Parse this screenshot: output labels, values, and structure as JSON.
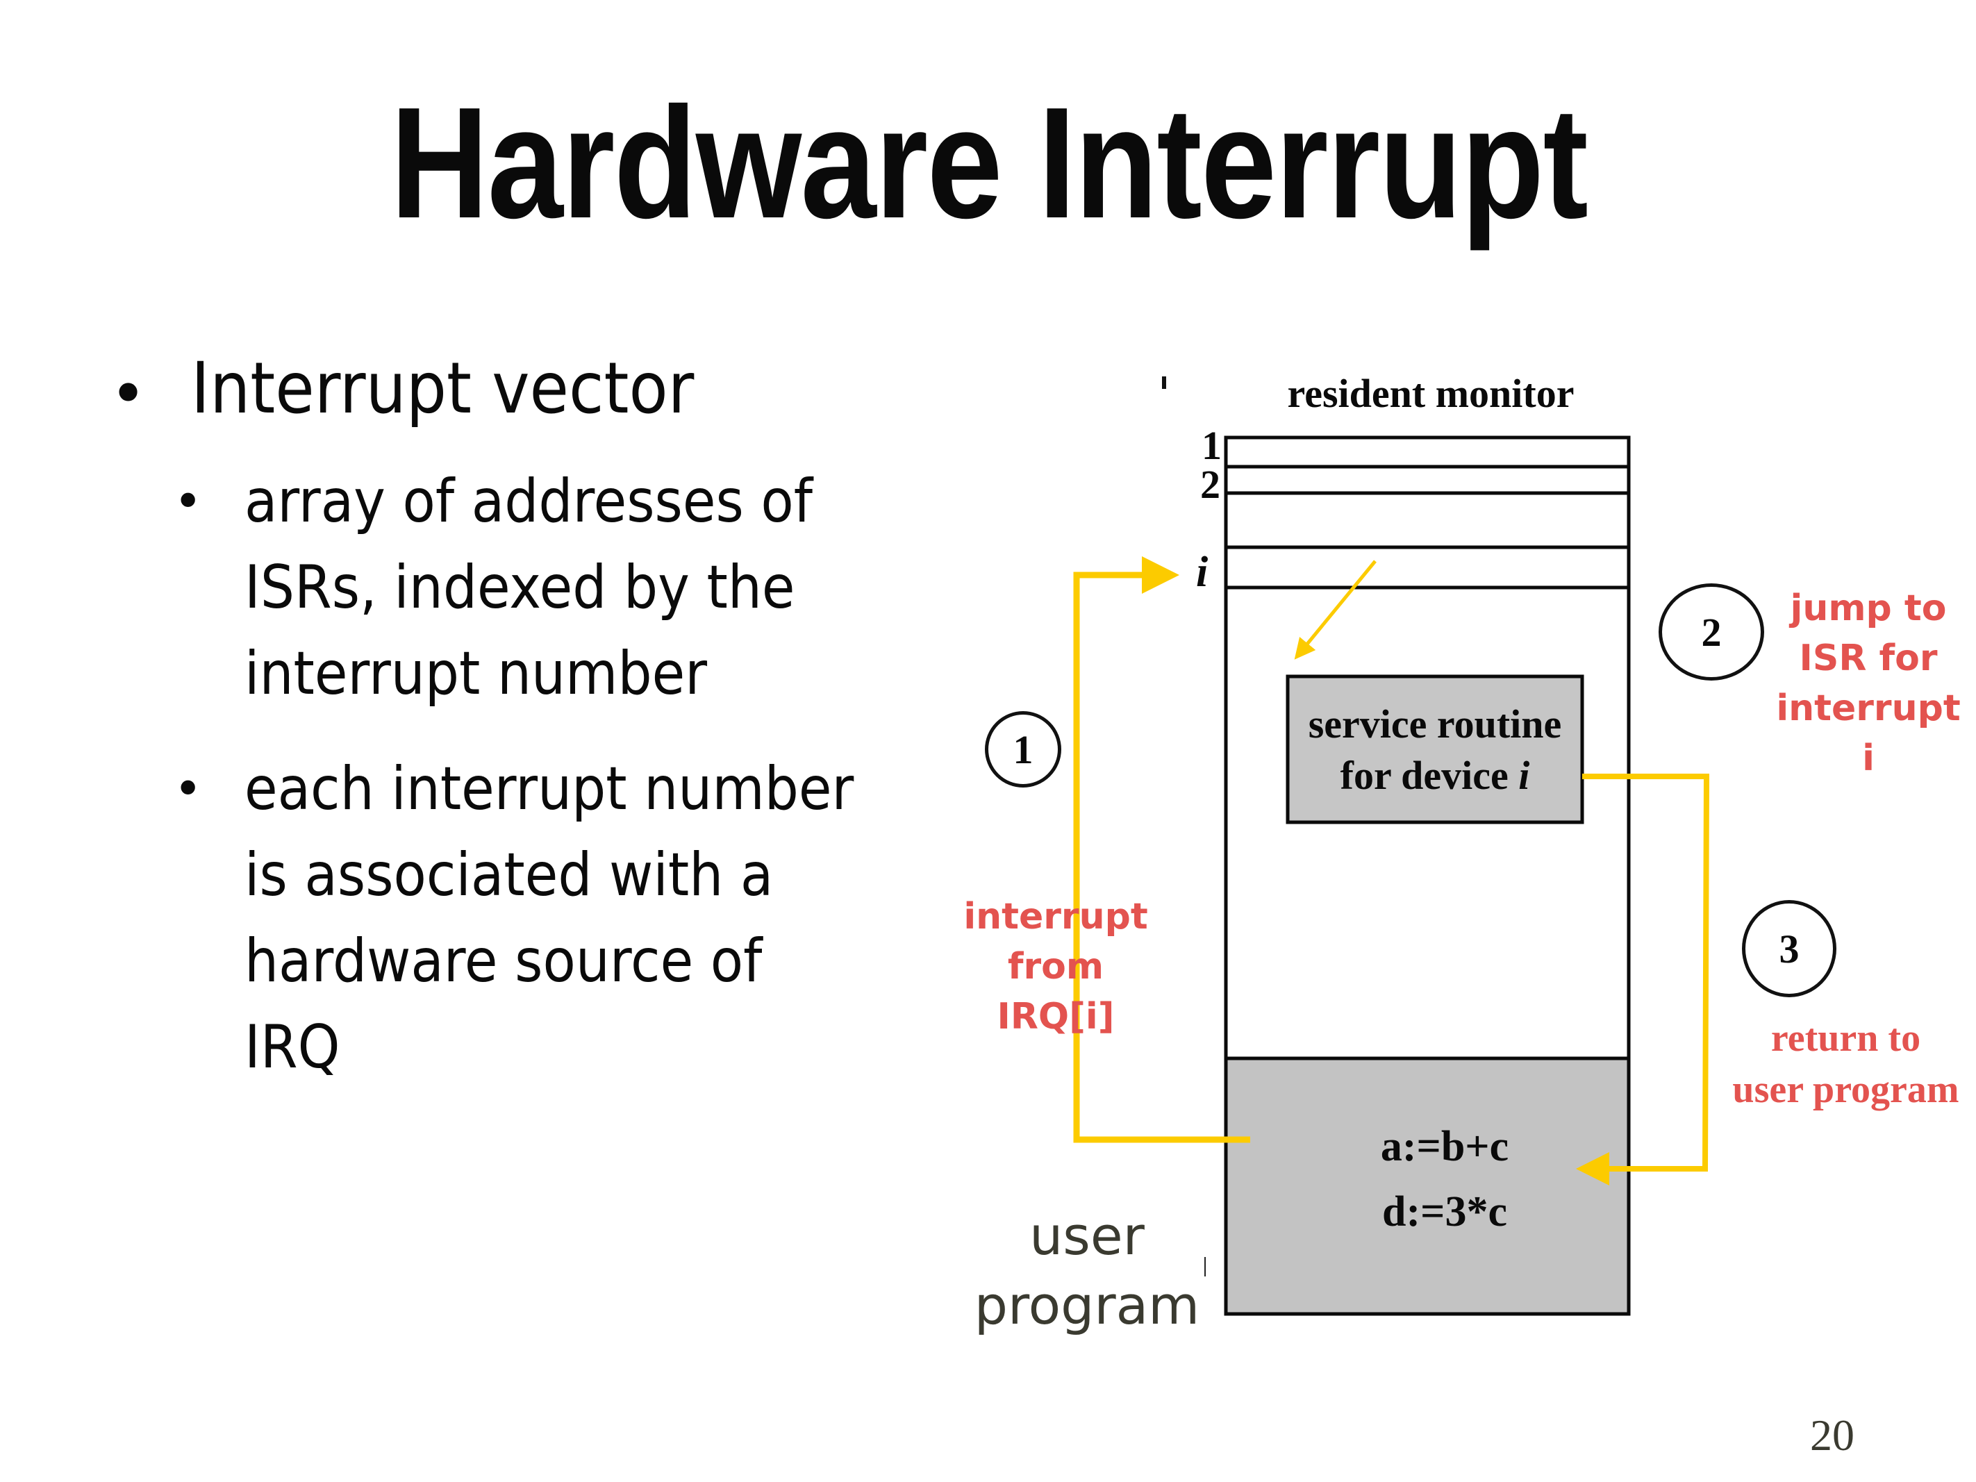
{
  "slide": {
    "title": "Hardware Interrupt",
    "page_number": "20"
  },
  "bullets": {
    "level1": [
      {
        "text": "Interrupt vector"
      }
    ],
    "level2": [
      {
        "text": "array of addresses of ISRs, indexed by the interrupt number"
      },
      {
        "text": "each interrupt number is associated with a hardware source of IRQ"
      }
    ],
    "lines": {
      "b2_1": "array of addresses of",
      "b2_2": "ISRs, indexed by the",
      "b2_3": "interrupt number",
      "b3_1": "each interrupt number",
      "b3_2": "is associated with a",
      "b3_3": "hardware source of",
      "b3_4": "IRQ"
    }
  },
  "diagram": {
    "resident_monitor_label": "resident monitor",
    "vector_labels": [
      "1",
      "2",
      "i"
    ],
    "service_routine": {
      "line1": "service routine",
      "line2_prefix": "for device ",
      "line2_var": "i"
    },
    "user_program_label_line1": "user",
    "user_program_label_line2": "program",
    "code_lines": [
      "a:=b+c",
      "d:=3*c"
    ],
    "steps": [
      {
        "number": "1",
        "caption_lines": [
          "interrupt",
          "from",
          "IRQ[i]"
        ]
      },
      {
        "number": "2",
        "caption_lines": [
          "jump to",
          "ISR for",
          "interrupt i"
        ]
      },
      {
        "number": "3",
        "caption_lines": [
          "return to",
          "user program"
        ]
      }
    ],
    "colors": {
      "arrow": "#fccb00",
      "caption": "#e3534f",
      "memory_fill": "#c3c3c3",
      "outline": "#0a0a0a"
    }
  }
}
